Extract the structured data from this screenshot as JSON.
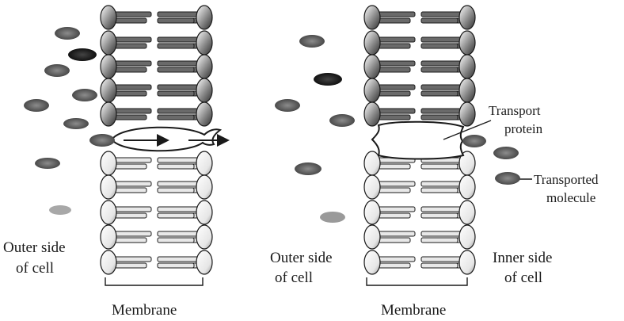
{
  "panels": [
    {
      "id": "left",
      "outer_label": [
        "Outer side",
        "of cell"
      ],
      "membrane_label": "Membrane"
    },
    {
      "id": "right",
      "outer_label": [
        "Outer side",
        "of cell"
      ],
      "inner_label": [
        "Inner side",
        "of cell"
      ],
      "membrane_label": "Membrane",
      "transport_protein_label": [
        "Transport",
        "protein"
      ],
      "transported_molecule_label": [
        "Transported",
        "molecule"
      ]
    }
  ],
  "colors": {
    "ink": "#1a1a1a",
    "lipid_dark": "#555555",
    "lipid_light": "#cfcfcf",
    "molecule": "#6e6e6e",
    "molecule_dark": "#2a2a2a"
  }
}
